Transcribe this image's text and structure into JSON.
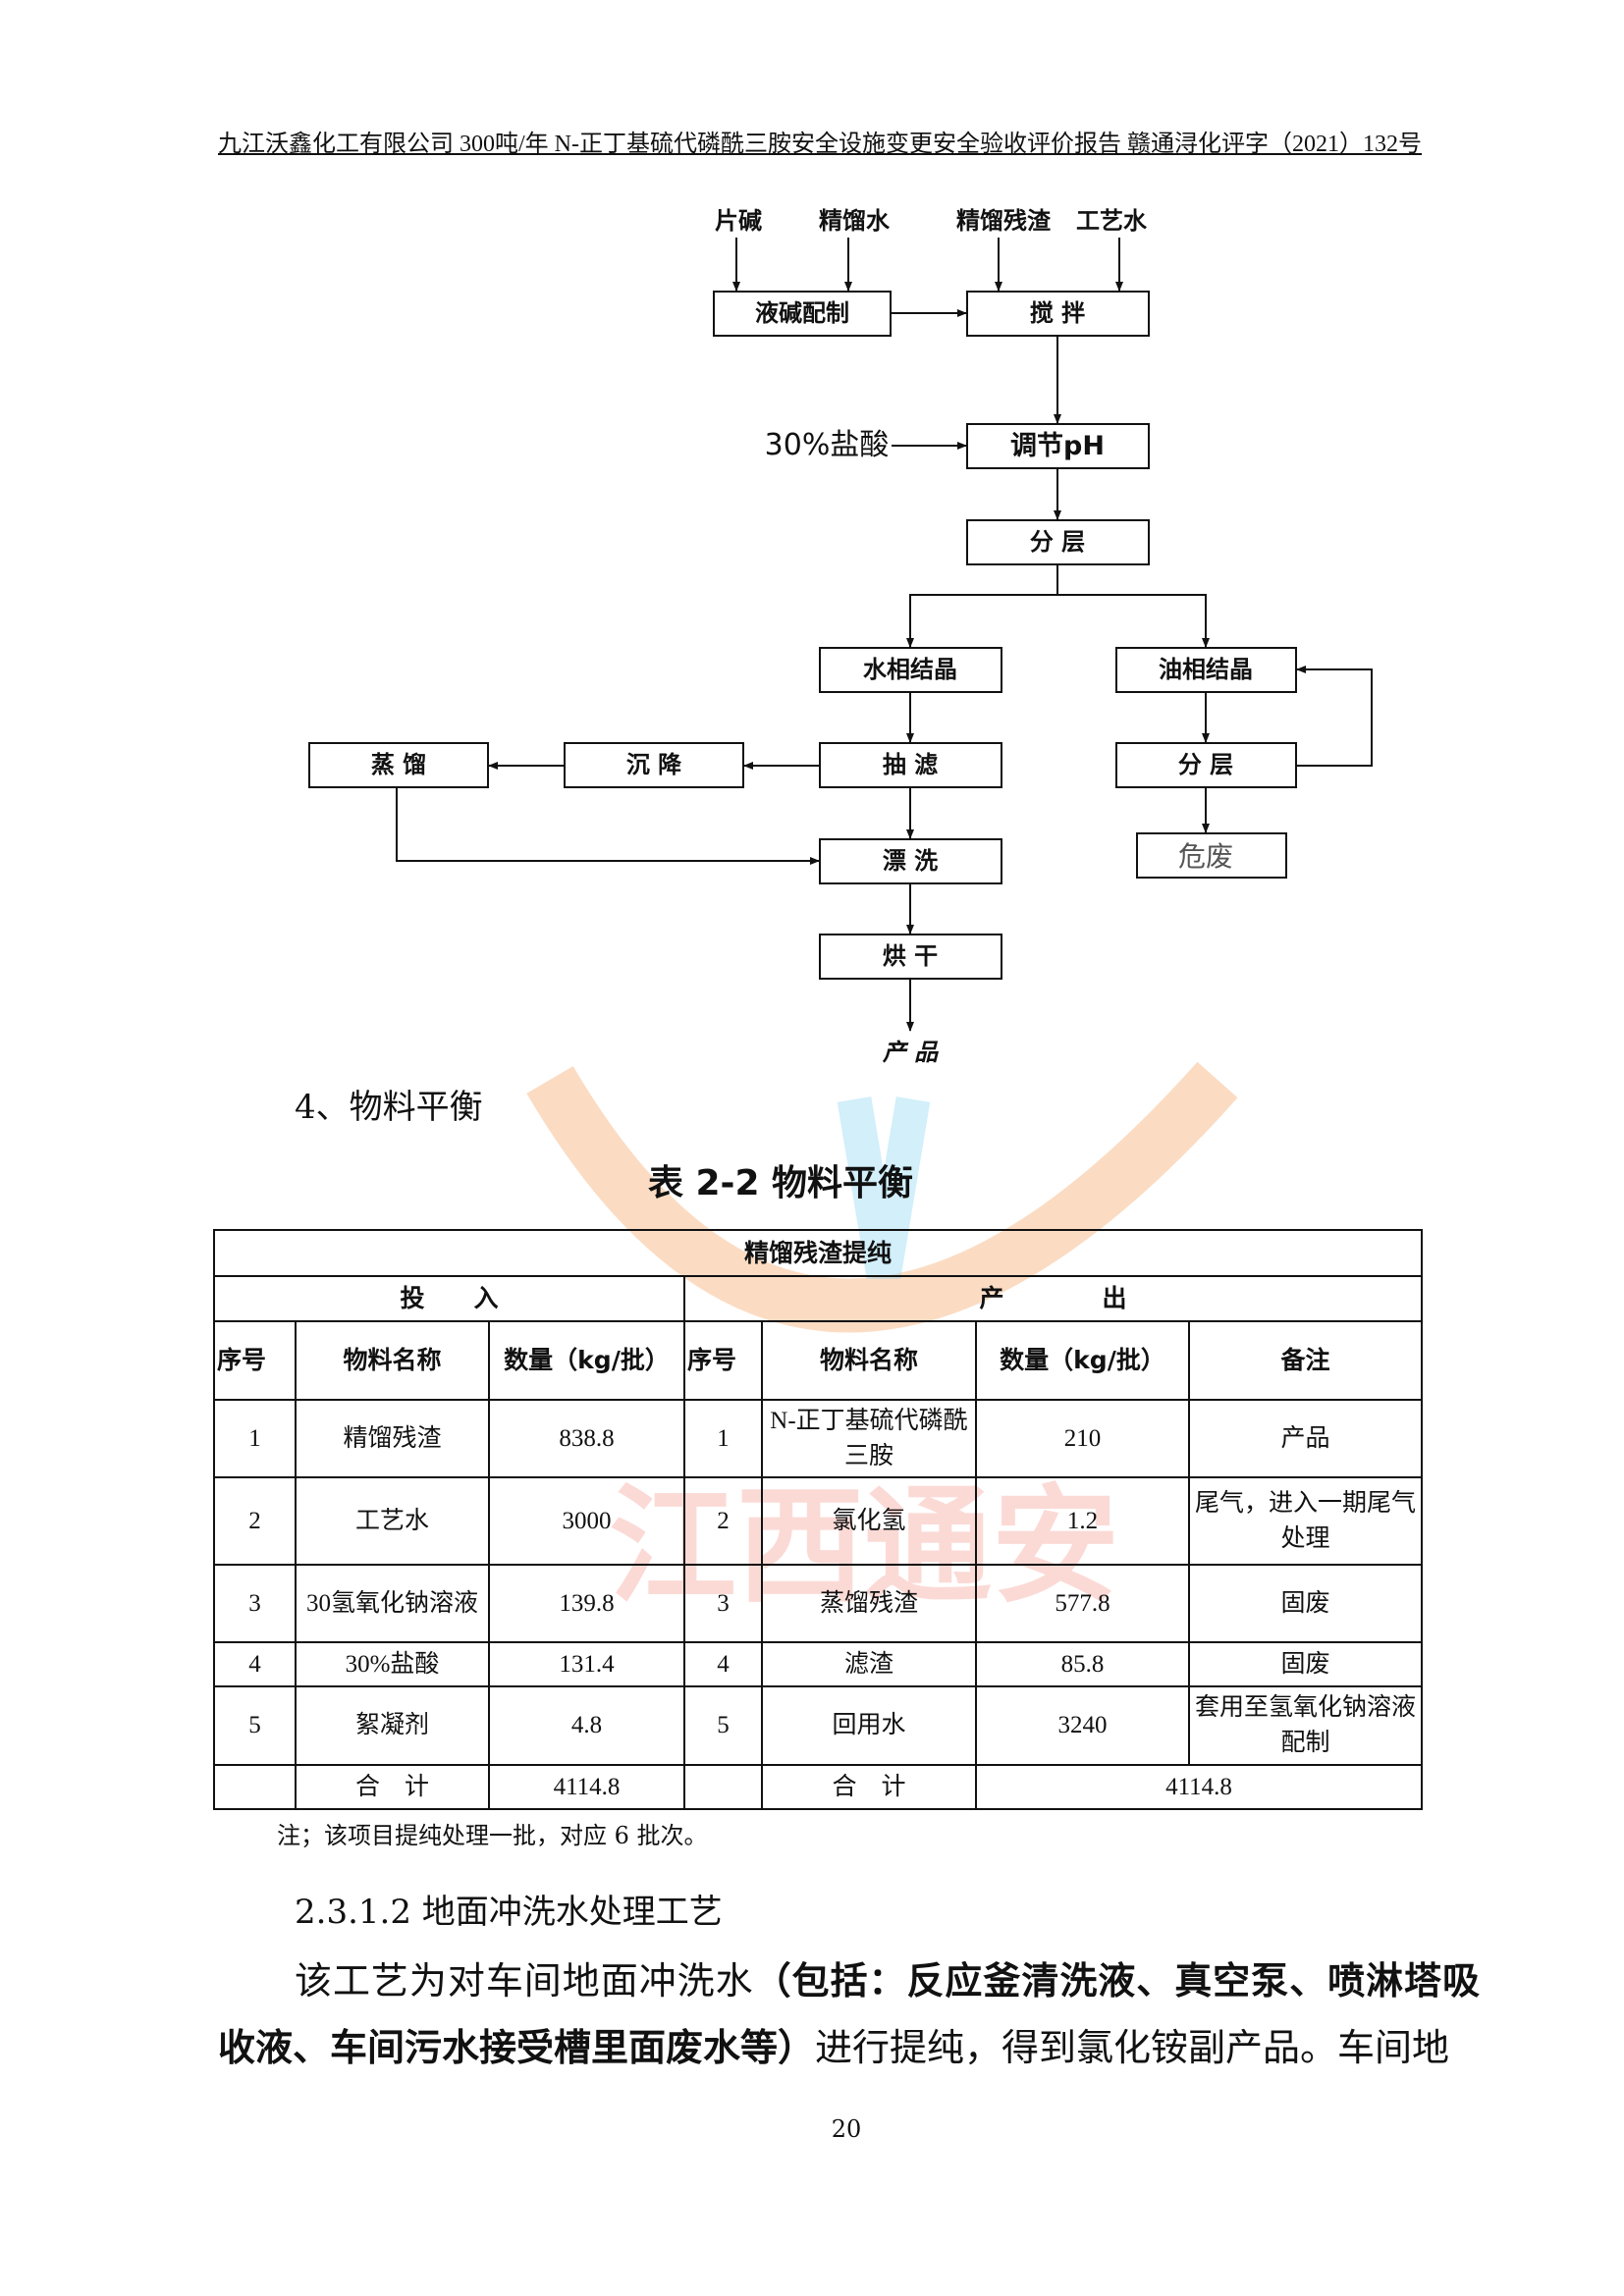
{
  "header": {
    "text": "九江沃鑫化工有限公司 300吨/年 N-正丁基硫代磷酰三胺安全设施变更安全验收评价报告 赣通浔化评字（2021）132号"
  },
  "flowchart": {
    "inputs": [
      "片碱",
      "精馏水",
      "精馏残渣",
      "工艺水"
    ],
    "acid": "30%盐酸",
    "boxes": {
      "lye_prep": "液碱配制",
      "stir": "搅  拌",
      "adjust_ph": "调节pH",
      "layer1": "分 层",
      "aqueous_cryst": "水相结晶",
      "oil_cryst": "油相结晶",
      "suction_filter": "抽 滤",
      "settle": "沉 降",
      "distill": "蒸 馏",
      "layer2": "分 层",
      "rinse": "漂 洗",
      "hazwaste": "危废",
      "dry": "烘 干"
    },
    "product": "产 品"
  },
  "section4": "4、物料平衡",
  "table_title": "表 2-2 物料平衡",
  "table": {
    "caption": "精馏残渣提纯",
    "input_label": "投　　入",
    "output_label": "产　　　　出",
    "headers": [
      "序号",
      "物料名称",
      "数量（kg/批）",
      "序号",
      "物料名称",
      "数量（kg/批）",
      "备注"
    ],
    "rows": [
      [
        "1",
        "精馏残渣",
        "838.8",
        "1",
        "N-正丁基硫代磷酰三胺",
        "210",
        "产品"
      ],
      [
        "2",
        "工艺水",
        "3000",
        "2",
        "氯化氢",
        "1.2",
        "尾气，进入一期尾气处理"
      ],
      [
        "3",
        "30氢氧化钠溶液",
        "139.8",
        "3",
        "蒸馏残渣",
        "577.8",
        "固废"
      ],
      [
        "4",
        "30%盐酸",
        "131.4",
        "4",
        "滤渣",
        "85.8",
        "固废"
      ],
      [
        "5",
        "絮凝剂",
        "4.8",
        "5",
        "回用水",
        "3240",
        "套用至氢氧化钠溶液配制"
      ]
    ],
    "total_label": "合　计",
    "total_in": "4114.8",
    "total_out": "4114.8"
  },
  "note": "注；该项目提纯处理一批，对应 6 批次。",
  "subsection": "2.3.1.2 地面冲洗水处理工艺",
  "paragraph": {
    "lead": "该工艺为对车间地面冲洗水",
    "bold": "（包括：反应釜清洗液、真空泵、喷淋塔吸收液、车间污水接受槽里面废水等）",
    "tail": "进行提纯，得到氯化铵副产品。车间地"
  },
  "page_number": "20",
  "watermark": {
    "text": "江西通安",
    "color": "#f05a4a"
  }
}
